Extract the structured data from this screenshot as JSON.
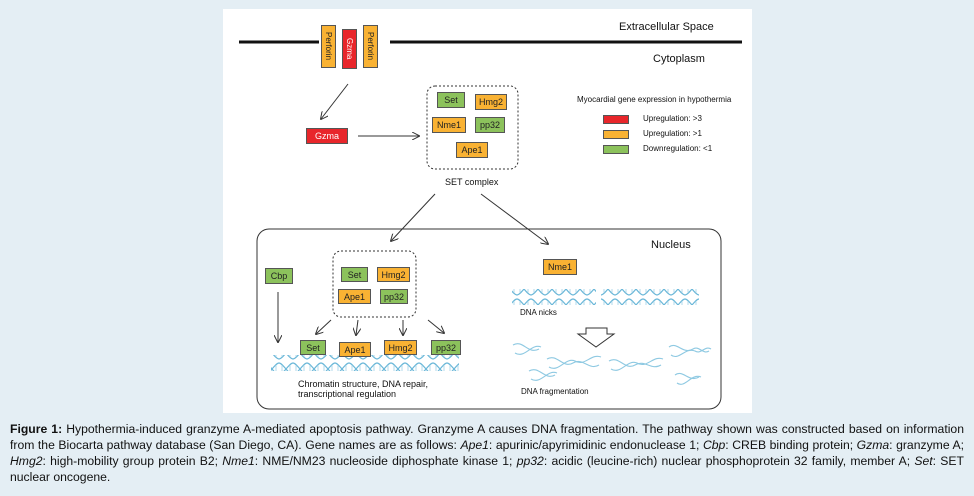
{
  "diagram": {
    "regions": {
      "extracellular": "Extracellular Space",
      "cytoplasm": "Cytoplasm",
      "nucleus": "Nucleus"
    },
    "membrane_proteins": [
      "Perforin",
      "Gzma",
      "Perforin"
    ],
    "cytoplasm_gzma": "Gzma",
    "set_complex": {
      "label": "SET complex",
      "members": [
        "Set",
        "Hmg2",
        "Nme1",
        "pp32",
        "Ape1"
      ]
    },
    "legend": {
      "title": "Myocardial gene expression in hypothermia",
      "items": [
        {
          "label": "Upregulation: >3",
          "color": "#e8262b"
        },
        {
          "label": "Upregulation: >1",
          "color": "#f9b233"
        },
        {
          "label": "Downregulation: <1",
          "color": "#8cc25c"
        }
      ]
    },
    "nucleus": {
      "cbp": "Cbp",
      "complex_members": [
        "Set",
        "Hmg2",
        "Ape1",
        "pp32"
      ],
      "dna_targets": [
        "Set",
        "Ape1",
        "Hmg2",
        "pp32"
      ],
      "chromatin_label_1": "Chromatin structure, DNA repair,",
      "chromatin_label_2": "transcriptional regulation",
      "nme1": "Nme1",
      "dna_nicks": "DNA nicks",
      "dna_fragmentation": "DNA fragmentation"
    }
  },
  "caption": {
    "fig_label": "Figure 1:",
    "text_1": " Hypothermia-induced granzyme A-mediated apoptosis pathway. Granzyme A causes DNA fragmentation. The pathway shown was constructed based on information from the Biocarta pathway database (San Diego, CA). Gene names are as follows: ",
    "ape1_term": "Ape1",
    "ape1_def": ": apurinic/apyrimidinic endonuclease 1; ",
    "cbp_term": "Cbp",
    "cbp_def": ": CREB binding protein; ",
    "gzma_term": "Gzma",
    "gzma_def": ": granzyme A; ",
    "hmg2_term": "Hmg2",
    "hmg2_def": ": high-mobility group protein B2; ",
    "nme1_term": "Nme1",
    "nme1_def": ": NME/NM23 nucleoside diphosphate kinase 1; ",
    "pp32_term": "pp32",
    "pp32_def": ": acidic (leucine-rich) nuclear phosphoprotein 32 family, member A; ",
    "set_term": "Set",
    "set_def": ": SET nuclear oncogene."
  }
}
